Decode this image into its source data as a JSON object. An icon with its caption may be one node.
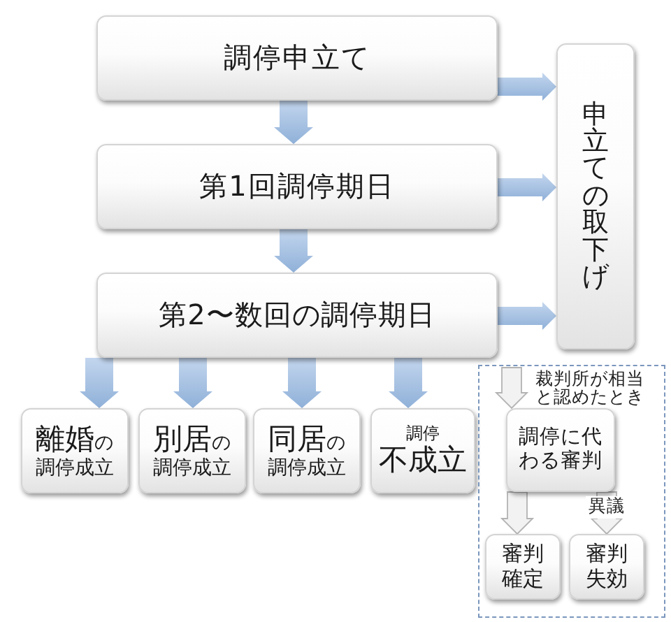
{
  "diagram": {
    "nodes": [
      {
        "text": [
          "調停申立て"
        ]
      },
      {
        "text": [
          "第1回調停期日"
        ]
      },
      {
        "text": [
          "第2〜数回の調停期日"
        ]
      },
      {
        "text": [
          "申立ての取下げ"
        ]
      },
      {
        "text": [
          "**離婚**の",
          "調停成立"
        ]
      },
      {
        "text": [
          "**別居**の",
          "調停成立"
        ]
      },
      {
        "text": [
          "**同居**の",
          "調停成立"
        ]
      },
      {
        "text": [
          "調停",
          "不成立"
        ]
      },
      {
        "text": [],
        "shape": "box"
      },
      {
        "text": [
          "調停に代わる審判"
        ],
        "in": 8
      },
      {
        "text": [
          "審判確定"
        ],
        "in": 8
      },
      {
        "text": [
          "審判失効"
        ],
        "in": 8
      }
    ],
    "edges": [
      {
        "from": 0,
        "to": 1,
        "arrow": "to"
      },
      {
        "from": 1,
        "to": 2,
        "arrow": "to"
      },
      {
        "from": 0,
        "to": 3,
        "arrow": "to"
      },
      {
        "from": 1,
        "to": 3,
        "arrow": "to"
      },
      {
        "from": 2,
        "to": 3,
        "arrow": "to"
      },
      {
        "from": 2,
        "to": 4,
        "arrow": "to"
      },
      {
        "from": 2,
        "to": 5,
        "arrow": "to"
      },
      {
        "from": 2,
        "to": 6,
        "arrow": "to"
      },
      {
        "from": 2,
        "to": 7,
        "arrow": "to"
      },
      {
        "from": null,
        "to": 9,
        "arrow": "to",
        "label": "裁判所が相当と認めたとき",
        "color": "#f2f2f2"
      },
      {
        "from": 9,
        "to": 10,
        "arrow": "to",
        "color": "#f2f2f2"
      },
      {
        "from": 9,
        "to": 11,
        "arrow": "to",
        "label": "異議",
        "color": "#f2f2f2"
      }
    ]
  }
}
